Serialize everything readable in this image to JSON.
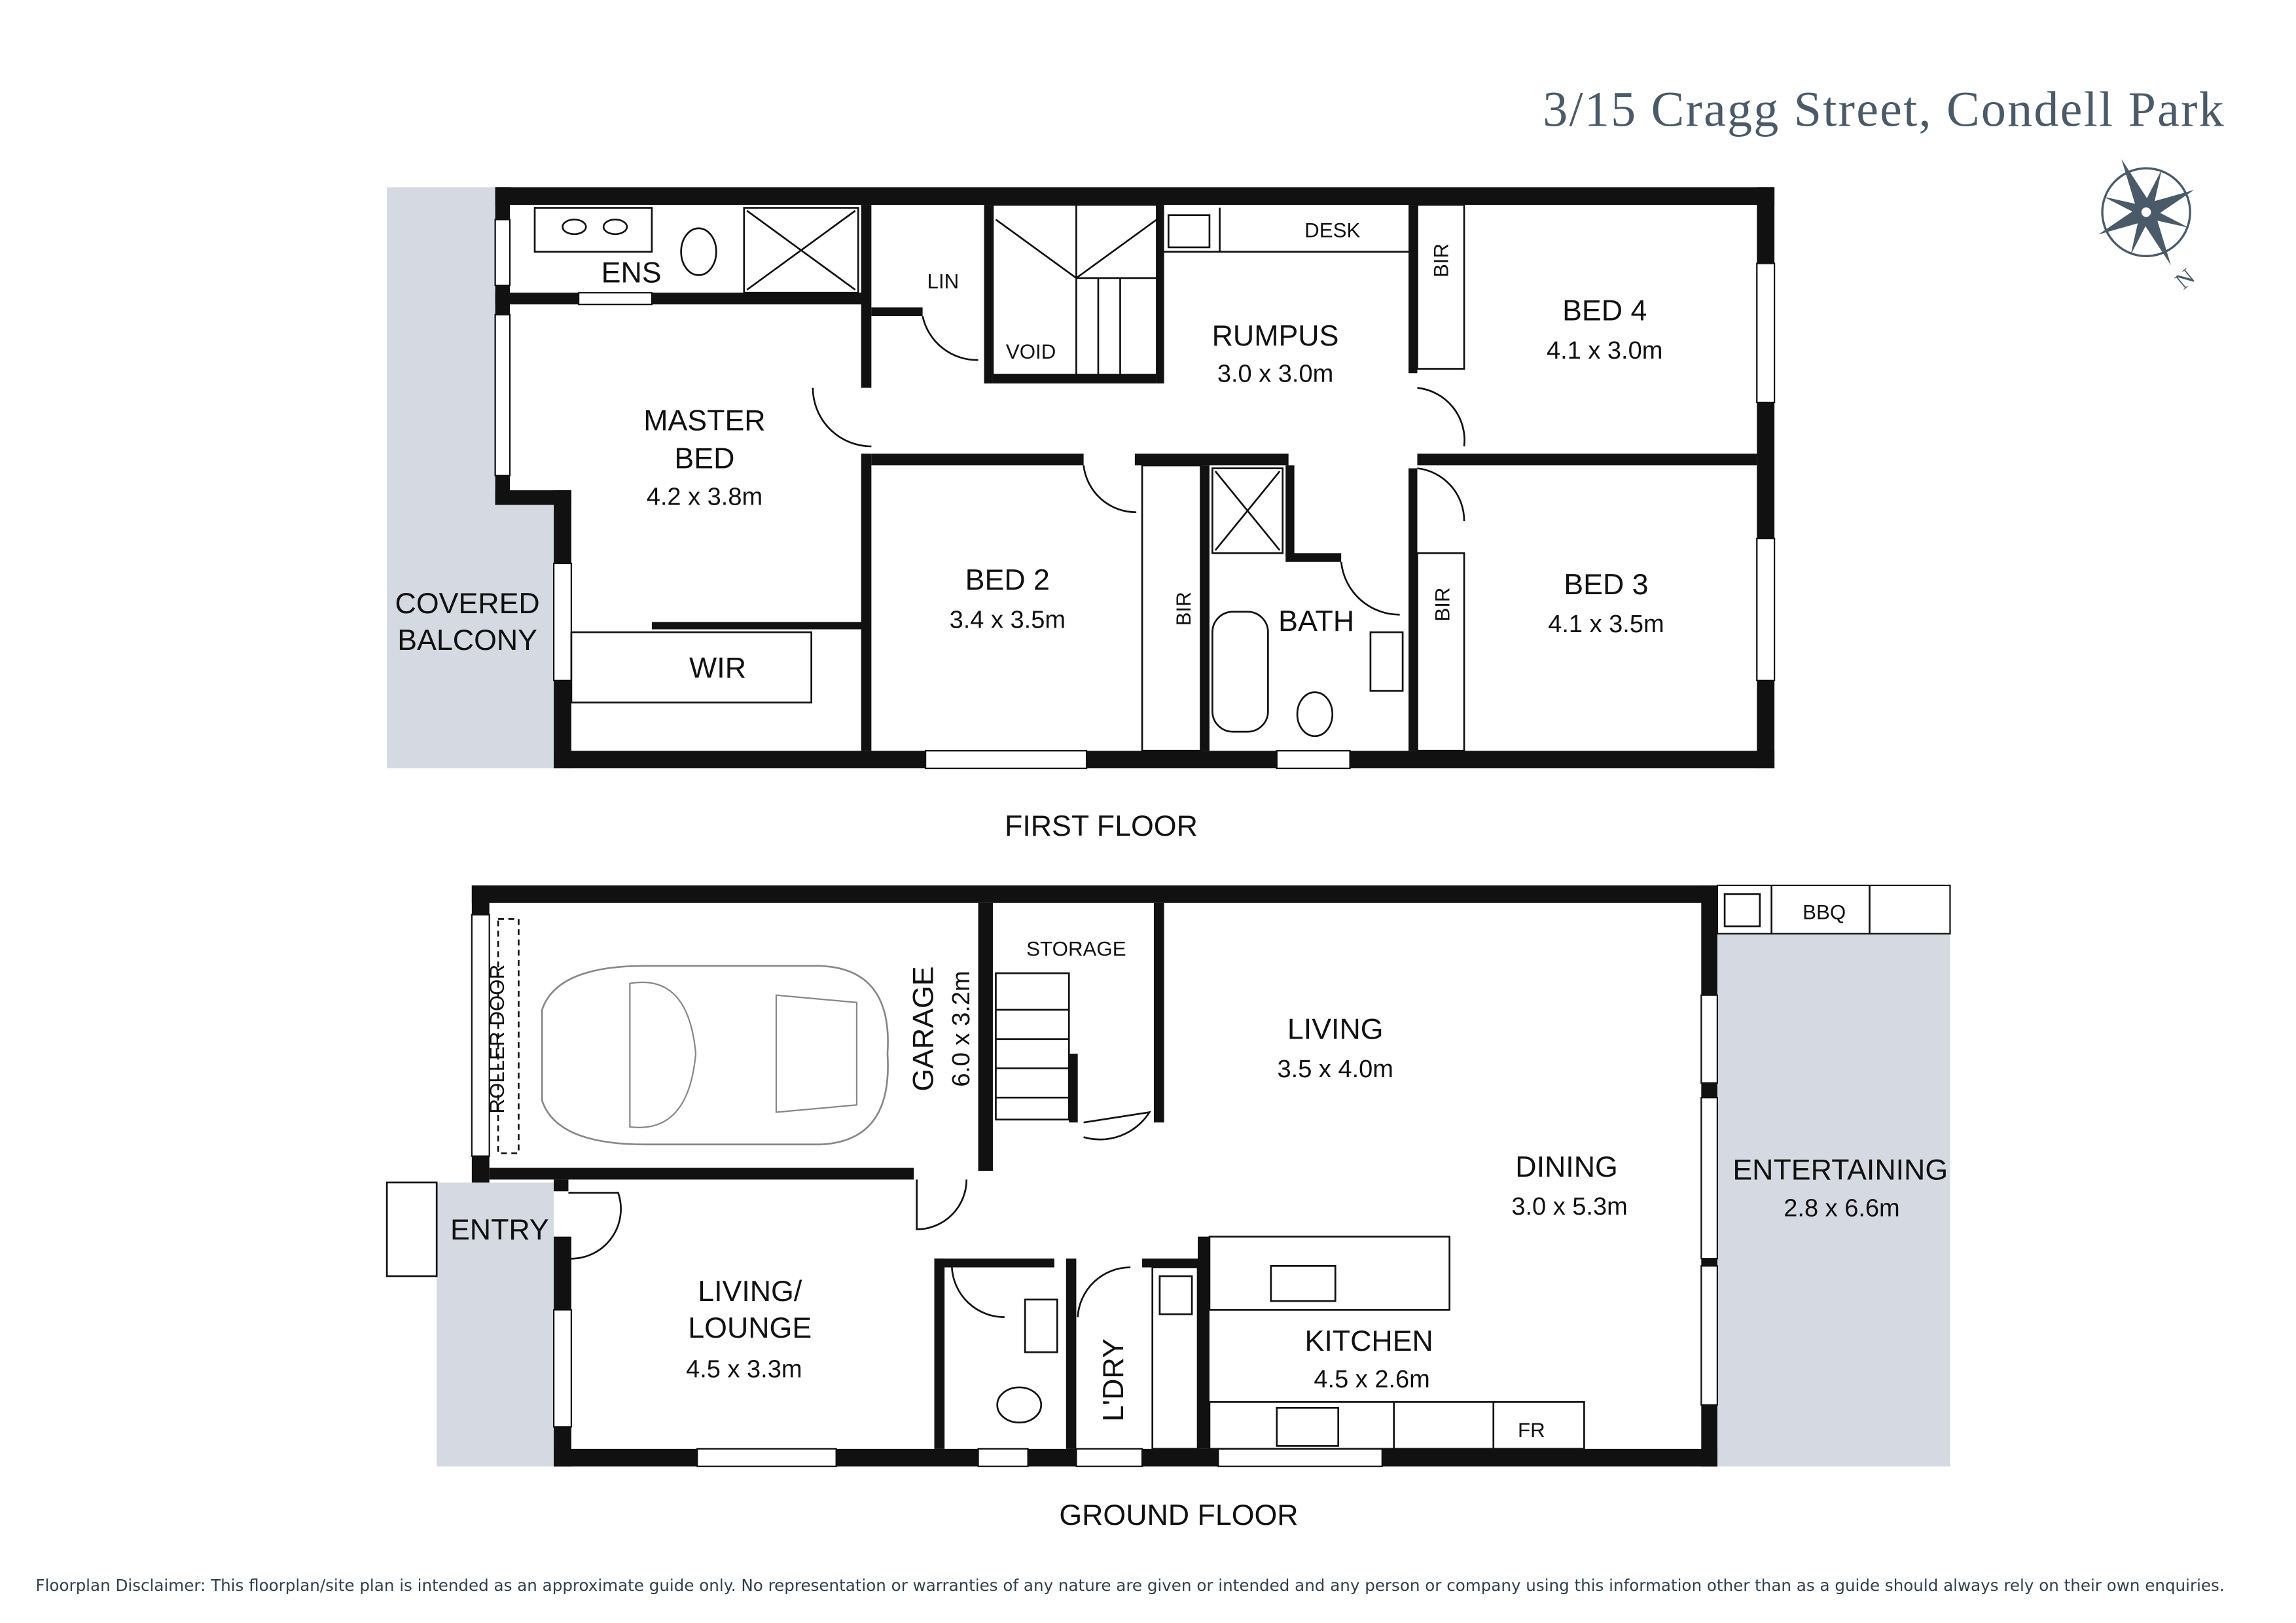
{
  "title": "3/15 Cragg Street, Condell Park",
  "compass": {
    "icon": "compass-rose-icon",
    "label": "N",
    "color": "#4a5a68"
  },
  "first_floor": {
    "heading": "FIRST FLOOR",
    "ens": "ENS",
    "lin": "LIN",
    "void": "VOID",
    "desk": "DESK",
    "rumpus": {
      "name": "RUMPUS",
      "size": "3.0 x 3.0m"
    },
    "bir": "BIR",
    "bed4": {
      "name": "BED 4",
      "size": "4.1 x 3.0m"
    },
    "master": {
      "name1": "MASTER",
      "name2": "BED",
      "size": "4.2 x 3.8m"
    },
    "balcony": {
      "name1": "COVERED",
      "name2": "BALCONY"
    },
    "wir": "WIR",
    "bed2": {
      "name": "BED 2",
      "size": "3.4 x 3.5m"
    },
    "bath": "BATH",
    "bed3": {
      "name": "BED 3",
      "size": "4.1 x 3.5m"
    }
  },
  "ground_floor": {
    "heading": "GROUND FLOOR",
    "roller_door": "ROLLER DOOR",
    "garage": {
      "name": "GARAGE",
      "size": "6.0 x 3.2m"
    },
    "storage": "STORAGE",
    "living": {
      "name": "LIVING",
      "size": "3.5 x 4.0m"
    },
    "bbq": "BBQ",
    "dining": {
      "name": "DINING",
      "size": "3.0 x 5.3m"
    },
    "entertaining": {
      "name": "ENTERTAINING",
      "size": "2.8 x 6.6m"
    },
    "entry": "ENTRY",
    "lounge": {
      "name1": "LIVING/",
      "name2": "LOUNGE",
      "size": "4.5 x 3.3m"
    },
    "laundry": "L'DRY",
    "kitchen": {
      "name": "KITCHEN",
      "size": "4.5 x 2.6m"
    },
    "fridge": "FR"
  },
  "disclaimer": "Floorplan Disclaimer: This floorplan/site plan is intended as an approximate guide only. No representation or warranties of any nature are given or intended and any person or company using this information other than as a guide should always rely on their own enquiries.",
  "colors": {
    "wall": "#111111",
    "outdoor": "#d5d9e1",
    "title": "#4a5a68"
  }
}
